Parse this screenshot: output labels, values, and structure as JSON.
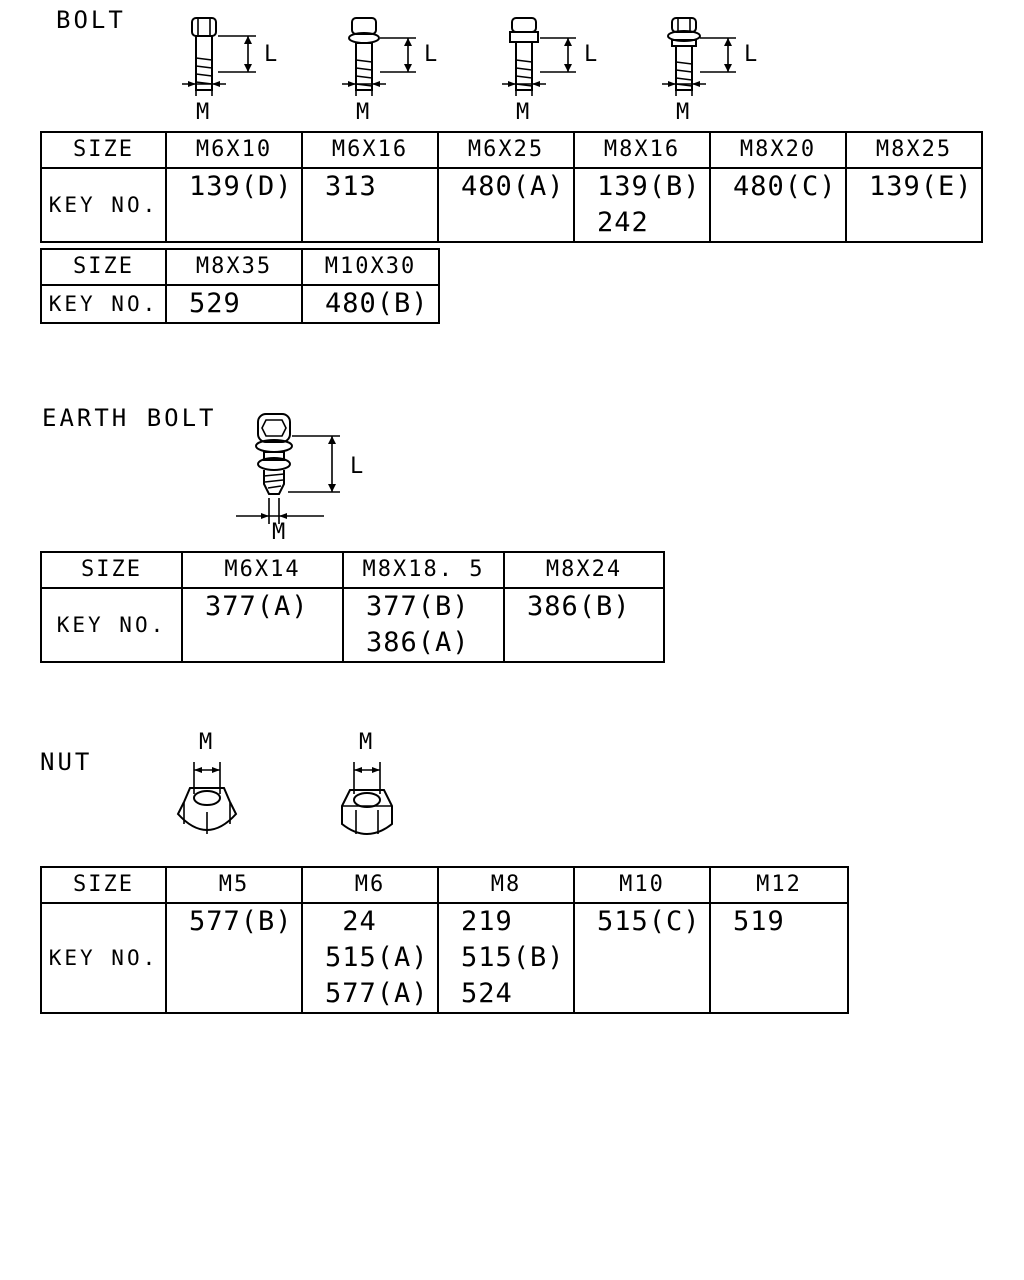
{
  "bolt": {
    "heading": "BOLT",
    "icons": [
      {
        "name": "hex-bolt-icon",
        "m": "M",
        "l": "L"
      },
      {
        "name": "flange-bolt-icon",
        "m": "M",
        "l": "L"
      },
      {
        "name": "washer-bolt-icon",
        "m": "M",
        "l": "L"
      },
      {
        "name": "serrated-flange-bolt-icon",
        "m": "M",
        "l": "L"
      }
    ],
    "table1": {
      "size_label": "SIZE",
      "key_label": "KEY NO.",
      "columns": [
        {
          "size": "M6X10",
          "keys": [
            "139(D)"
          ]
        },
        {
          "size": "M6X16",
          "keys": [
            "313"
          ]
        },
        {
          "size": "M6X25",
          "keys": [
            "480(A)"
          ]
        },
        {
          "size": "M8X16",
          "keys": [
            "139(B)",
            "242"
          ]
        },
        {
          "size": "M8X20",
          "keys": [
            "480(C)"
          ]
        },
        {
          "size": "M8X25",
          "keys": [
            "139(E)"
          ]
        }
      ]
    },
    "table2": {
      "size_label": "SIZE",
      "key_label": "KEY NO.",
      "columns": [
        {
          "size": "M8X35",
          "keys": [
            "529"
          ]
        },
        {
          "size": "M10X30",
          "keys": [
            "480(B)"
          ]
        }
      ]
    }
  },
  "earth_bolt": {
    "heading": "EARTH BOLT",
    "icon": {
      "name": "earth-bolt-icon",
      "m": "M",
      "l": "L"
    },
    "table": {
      "size_label": "SIZE",
      "key_label": "KEY NO.",
      "columns": [
        {
          "size": "M6X14",
          "keys": [
            "377(A)"
          ]
        },
        {
          "size": "M8X18. 5",
          "keys": [
            "377(B)",
            "386(A)"
          ]
        },
        {
          "size": "M8X24",
          "keys": [
            "386(B)"
          ]
        }
      ]
    }
  },
  "nut": {
    "heading": "NUT",
    "icons": [
      {
        "name": "flange-nut-icon",
        "m": "M"
      },
      {
        "name": "hex-nut-icon",
        "m": "M"
      }
    ],
    "table": {
      "size_label": "SIZE",
      "key_label": "KEY NO.",
      "columns": [
        {
          "size": "M5",
          "keys": [
            "577(B)"
          ]
        },
        {
          "size": "M6",
          "keys": [
            " 24",
            "515(A)",
            "577(A)"
          ]
        },
        {
          "size": "M8",
          "keys": [
            "219",
            "515(B)",
            "524"
          ]
        },
        {
          "size": "M10",
          "keys": [
            "515(C)"
          ]
        },
        {
          "size": "M12",
          "keys": [
            "519"
          ]
        }
      ]
    }
  }
}
